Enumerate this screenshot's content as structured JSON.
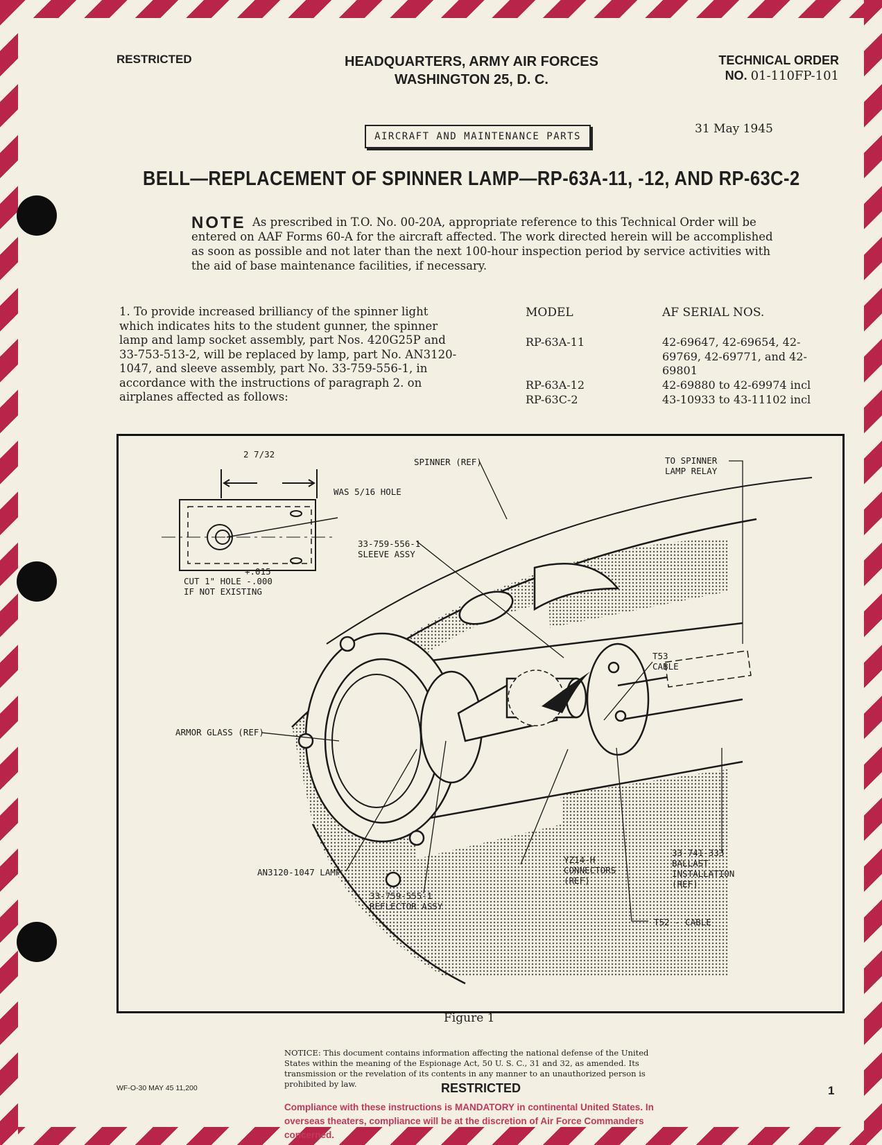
{
  "header": {
    "classification": "RESTRICTED",
    "hq_line1": "HEADQUARTERS, ARMY AIR FORCES",
    "hq_line2": "WASHINGTON 25, D. C.",
    "to_label": "TECHNICAL ORDER",
    "to_no_prefix": "NO.",
    "to_no_value": "01-110FP-101",
    "date": "31 May 1945",
    "category": "AIRCRAFT AND MAINTENANCE PARTS"
  },
  "title": "BELL—REPLACEMENT OF SPINNER LAMP—RP-63A-11, -12, AND RP-63C-2",
  "note": {
    "label": "NOTE",
    "text": "As prescribed in T.O. No. 00-20A, appropriate reference to this Technical Order will be entered on AAF Forms 60-A for the aircraft affected. The work directed herein will be accomplished as soon as possible and not later than the next 100-hour inspection period by service activities with the aid of base maintenance facilities, if necessary."
  },
  "paragraph1": "1. To provide increased brilliancy of the spinner light which indicates hits to the student gunner, the spinner lamp and lamp socket assembly, part Nos. 420G25P and 33-753-513-2, will be replaced by lamp, part No. AN3120-1047, and sleeve assembly, part No. 33-759-556-1, in accordance with the instructions of paragraph 2. on airplanes affected as follows:",
  "aircraft_table": {
    "col_model": "MODEL",
    "col_serial": "AF SERIAL NOS.",
    "rows": [
      {
        "model": "RP-63A-11",
        "serial": "42-69647, 42-69654, 42-69769, 42-69771, and 42-69801"
      },
      {
        "model": "RP-63A-12",
        "serial": "42-69880 to 42-69974 incl"
      },
      {
        "model": "RP-63C-2",
        "serial": "43-10933 to 43-11102 incl"
      }
    ]
  },
  "figure": {
    "caption": "Figure 1",
    "callouts": {
      "dimension": "2 7/32",
      "was_hole": "WAS 5/16 HOLE",
      "tolerance_plus": "+.015",
      "cut_hole": "CUT 1\" HOLE -.000",
      "if_not_existing": "IF NOT EXISTING",
      "spinner": "SPINNER (REF)",
      "to_spinner": "TO SPINNER\nLAMP RELAY",
      "sleeve": "33-759-556-1\nSLEEVE ASSY",
      "t53": "T53\nCABLE",
      "armor": "ARMOR GLASS (REF)",
      "lamp": "AN3120-1047 LAMP",
      "reflector": "33-759-555-1\nREFLECTOR ASSY",
      "yz14": "YZ14-H\nCONNECTORS\n(REF)",
      "ballast": "33-741-333\nBALLAST\nINSTALLATION\n(REF)",
      "t52": "T52 - CABLE"
    }
  },
  "footer": {
    "notice": "NOTICE: This document contains information affecting the national defense of the United States within the meaning of the Espionage Act, 50 U. S. C., 31 and 32, as amended. Its transmission or the revelation of its contents in any manner to an unauthorized person is prohibited by law.",
    "print_code": "WF-O-30 MAY 45 11,200",
    "classification": "RESTRICTED",
    "page_number": "1",
    "compliance": "Compliance with these instructions is MANDATORY in continental United States. In overseas theaters, compliance will be at the discretion of Air Force Commanders concerned."
  },
  "colors": {
    "border_stripe": "#b8244a",
    "paper": "#f3efe2",
    "compliance_text": "#c2385e"
  }
}
